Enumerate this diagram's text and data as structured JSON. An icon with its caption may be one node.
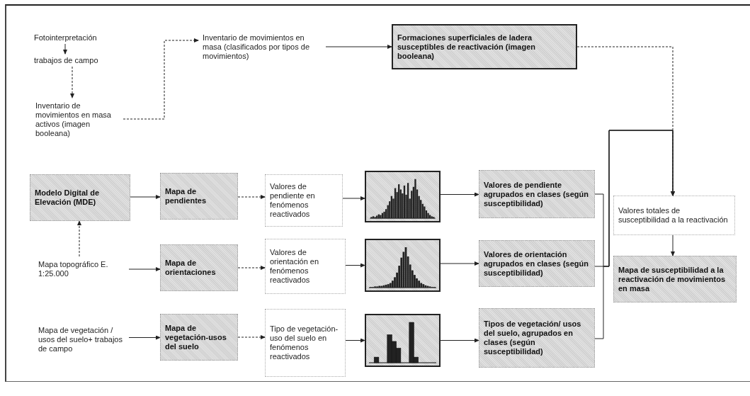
{
  "diagram": {
    "nodes": [
      {
        "text": [
          "Fotointerpretación"
        ]
      },
      {
        "text": [
          "trabajos de campo"
        ]
      },
      {
        "text": [
          "Inventario de movimientos en masa activos (imagen booleana)"
        ]
      },
      {
        "text": [
          "Inventario de movimientos en masa (clasificados por tipos de movimientos)"
        ]
      },
      {
        "text": [
          "Formaciones superficiales de ladera susceptibles de reactivación (imagen booleana)"
        ]
      },
      {
        "text": [
          "Modelo Digital de Elevación (MDE)"
        ]
      },
      {
        "text": [
          "Mapa de pendientes"
        ]
      },
      {
        "text": [
          "Valores de pendiente en fenómenos reactivados"
        ]
      },
      {
        "text": [],
        "shape": "picture"
      },
      {
        "text": [
          "Valores de pendiente agrupados en clases (según susceptibilidad)"
        ]
      },
      {
        "text": [
          "Mapa topográfico E. 1:25.000"
        ]
      },
      {
        "text": [
          "Mapa de orientaciones"
        ]
      },
      {
        "text": [
          "Valores de orientación en fenómenos reactivados"
        ]
      },
      {
        "text": [],
        "shape": "picture"
      },
      {
        "text": [
          "Valores de orientación agrupados en clases (según susceptibilidad)"
        ]
      },
      {
        "text": [
          "Mapa de vegetación / usos del suelo+ trabajos de campo"
        ]
      },
      {
        "text": [
          "Mapa de vegetación-usos del suelo"
        ]
      },
      {
        "text": [
          "Tipo de vegetación-uso del suelo en fenómenos reactivados"
        ]
      },
      {
        "text": [],
        "shape": "picture"
      },
      {
        "text": [
          "Tipos de vegetación/ usos del suelo, agrupados en clases (según susceptibilidad)"
        ]
      },
      {
        "text": [
          "Valores totales de susceptibilidad a la reactivación"
        ]
      },
      {
        "text": [
          "Mapa de susceptibilidad a la reactivación de movimientos en masa"
        ]
      }
    ],
    "edges": [
      {
        "from": 0,
        "to": 1,
        "arrow": "to"
      },
      {
        "from": 1,
        "to": 2,
        "arrow": "to",
        "style": "dashed"
      },
      {
        "from": 2,
        "to": 3,
        "arrow": "to",
        "style": "dashed"
      },
      {
        "from": 3,
        "to": 4,
        "arrow": "to"
      },
      {
        "from": 4,
        "to": 20,
        "arrow": "to",
        "style": "dashed"
      },
      {
        "from": 5,
        "to": 6,
        "arrow": "to"
      },
      {
        "from": 10,
        "to": 5,
        "arrow": "to",
        "style": "dashed"
      },
      {
        "from": 10,
        "to": 11,
        "arrow": "to"
      },
      {
        "from": 15,
        "to": 16,
        "arrow": "to"
      },
      {
        "from": 6,
        "to": 7,
        "arrow": "to",
        "style": "dashed"
      },
      {
        "from": 11,
        "to": 12,
        "arrow": "to",
        "style": "dashed"
      },
      {
        "from": 16,
        "to": 17,
        "arrow": "to",
        "style": "dashed"
      },
      {
        "from": 7,
        "to": 8,
        "arrow": "to"
      },
      {
        "from": 12,
        "to": 13,
        "arrow": "to"
      },
      {
        "from": 17,
        "to": 18,
        "arrow": "to"
      },
      {
        "from": 8,
        "to": 9,
        "arrow": "to"
      },
      {
        "from": 13,
        "to": 14,
        "arrow": "to"
      },
      {
        "from": 18,
        "to": 19,
        "arrow": "to"
      },
      {
        "from": 9,
        "to": 20,
        "arrow": "to"
      },
      {
        "from": 14,
        "to": 20,
        "arrow": "to"
      },
      {
        "from": 19,
        "to": 20,
        "arrow": "to"
      },
      {
        "from": 20,
        "to": 21,
        "arrow": "to"
      }
    ]
  }
}
